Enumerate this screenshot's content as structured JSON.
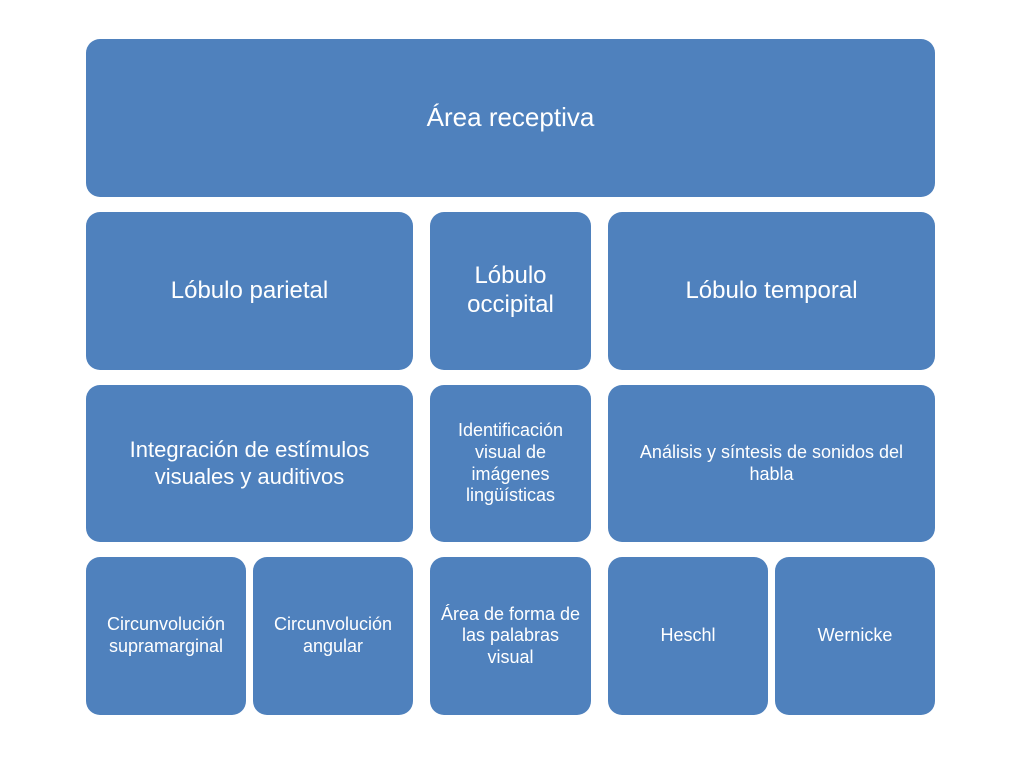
{
  "root": {
    "label": "Área receptiva"
  },
  "lobes": [
    {
      "label": "Lóbulo parietal",
      "function": "Integración de estímulos visuales y auditivos",
      "areas": [
        "Circunvolución supramarginal",
        "Circunvolución angular"
      ]
    },
    {
      "label": "Lóbulo occipital",
      "function": "Identificación visual de imágenes lingüísticas",
      "areas": [
        "Área de forma de las palabras visual"
      ]
    },
    {
      "label": "Lóbulo temporal",
      "function": "Análisis y síntesis de sonidos del habla",
      "areas": [
        "Heschl",
        "Wernicke"
      ]
    }
  ],
  "colors": {
    "box_fill": "#4f81bd",
    "text": "#ffffff"
  }
}
